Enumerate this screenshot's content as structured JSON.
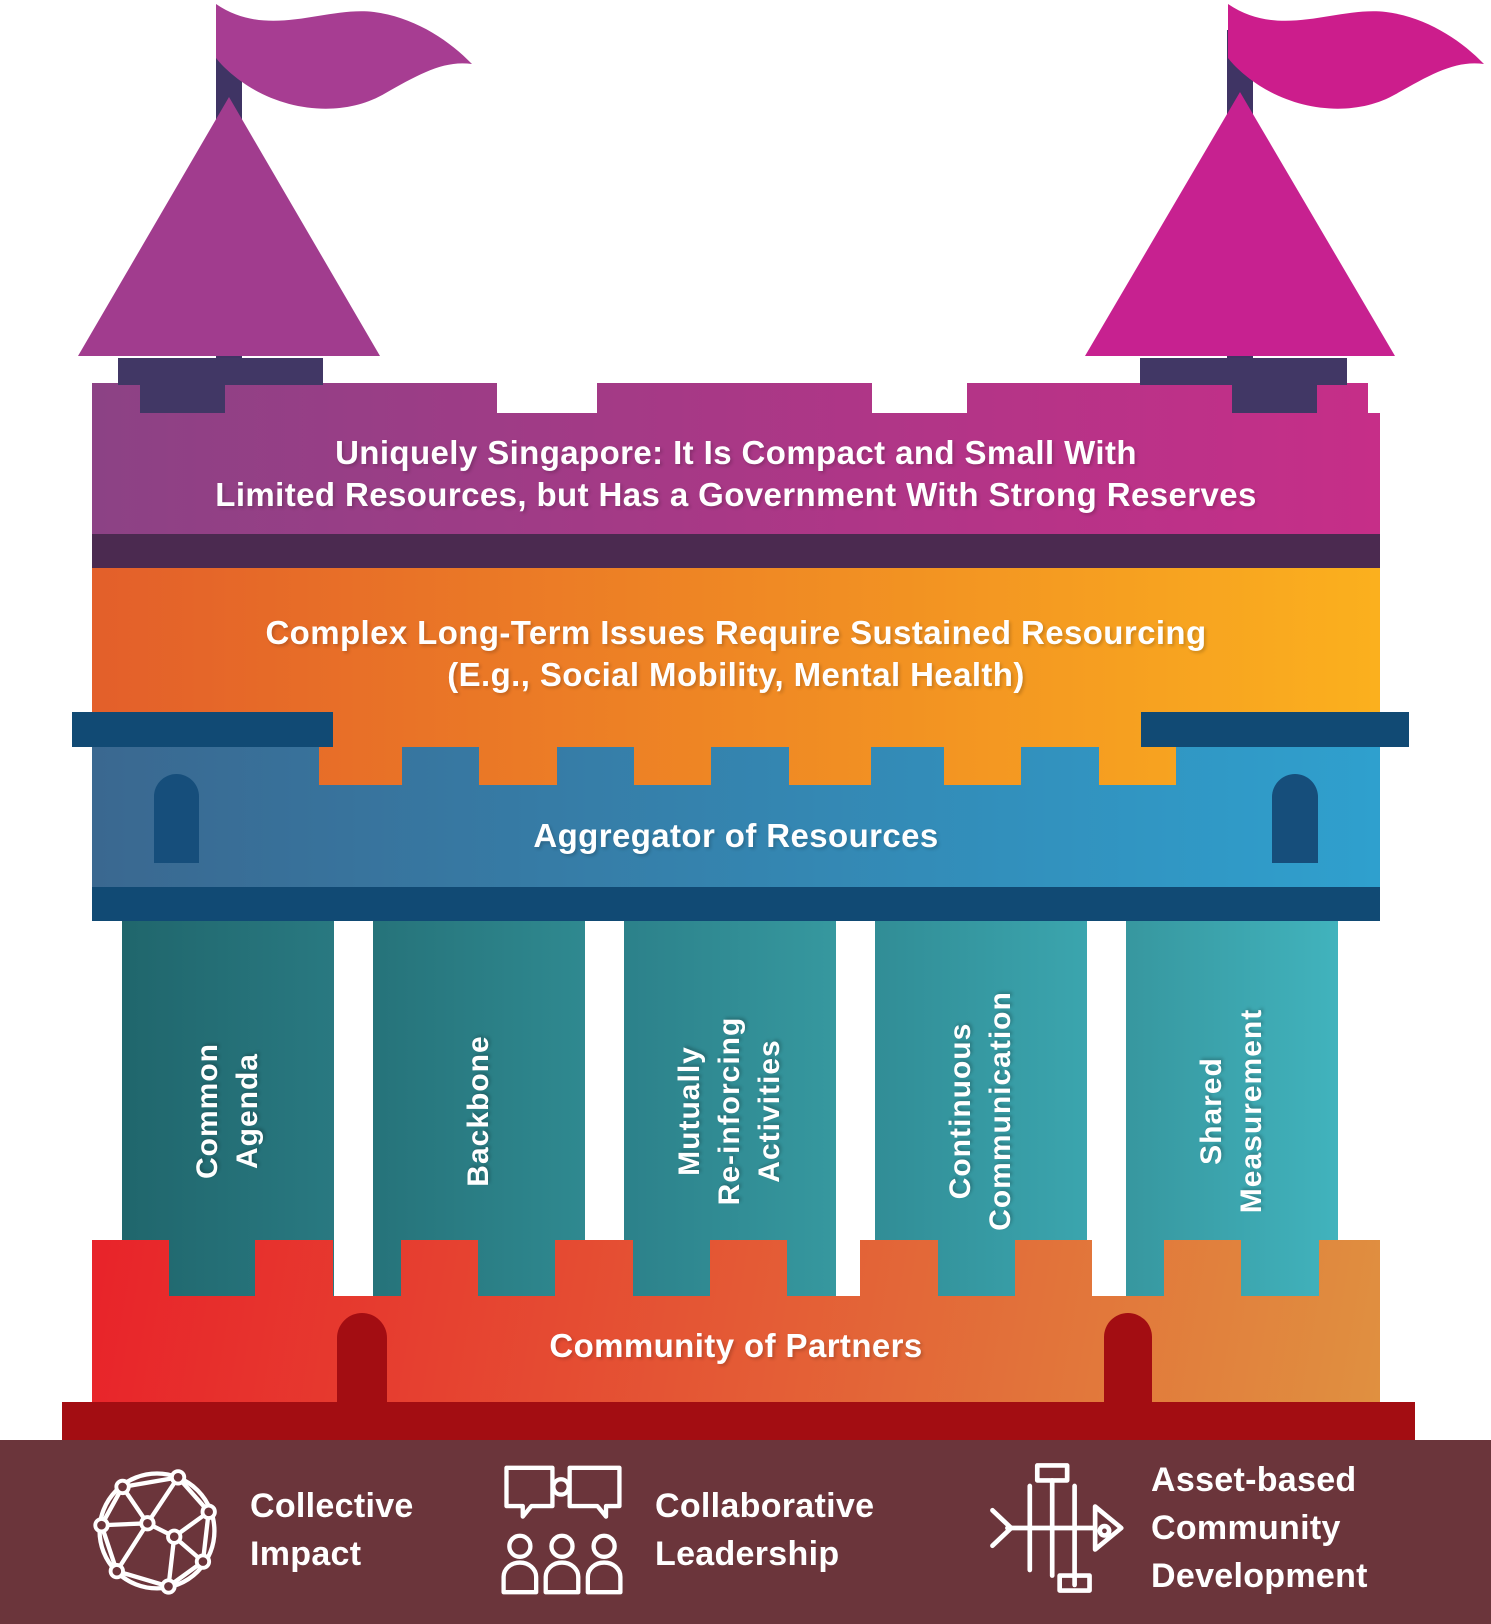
{
  "title_band": {
    "lines": [
      "Uniquely Singapore: It Is Compact and Small With",
      "Limited Resources, but Has a Government With Strong Reserves"
    ]
  },
  "issues_band": {
    "lines": [
      "Complex Long-Term Issues Require Sustained Resourcing",
      "(E.g., Social Mobility, Mental Health)"
    ]
  },
  "aggregator_band": {
    "label": "Aggregator of Resources"
  },
  "pillars": {
    "items": [
      {
        "lines": [
          "Common",
          "Agenda"
        ]
      },
      {
        "lines": [
          "Backbone"
        ]
      },
      {
        "lines": [
          "Mutually",
          "Re-inforcing",
          "Activities"
        ]
      },
      {
        "lines": [
          "Continuous",
          "Communication"
        ]
      },
      {
        "lines": [
          "Shared",
          "Measurement"
        ]
      }
    ]
  },
  "partners_band": {
    "label": "Community of Partners"
  },
  "footer": {
    "items": [
      {
        "icon": "network-globe-icon",
        "lines": [
          "Collective",
          "Impact"
        ]
      },
      {
        "icon": "collaborative-people-icon",
        "lines": [
          "Collaborative",
          "Leadership"
        ]
      },
      {
        "icon": "fishbone-diagram-icon",
        "lines": [
          "Asset-based",
          "Community",
          "Development"
        ]
      }
    ]
  },
  "colors": {
    "turret_roof_left": "#A13C8E",
    "flag_left": "#A73D92",
    "turret_roof_right": "#C72190",
    "flag_right": "#CC1D8C",
    "pole": "#3F3464",
    "turret_base": "#413765",
    "band_top_gradient": [
      "#8C4285",
      "#C62E88"
    ],
    "divider_strip": "#4B2A50",
    "band_issues_gradient": [
      "#E35F2A",
      "#FBB01E"
    ],
    "band_aggregator_gradient": [
      "#3A6890",
      "#2FA0CE"
    ],
    "band_aggregator_trim": "#114A74",
    "pillar_teal_range": [
      "#20666C",
      "#41B3BD"
    ],
    "band_partners_gradient": [
      "#E8232A",
      "#E09040"
    ],
    "partners_base": "#A30D12",
    "footer_background": "#6B353B",
    "text": "#FFFFFF"
  }
}
